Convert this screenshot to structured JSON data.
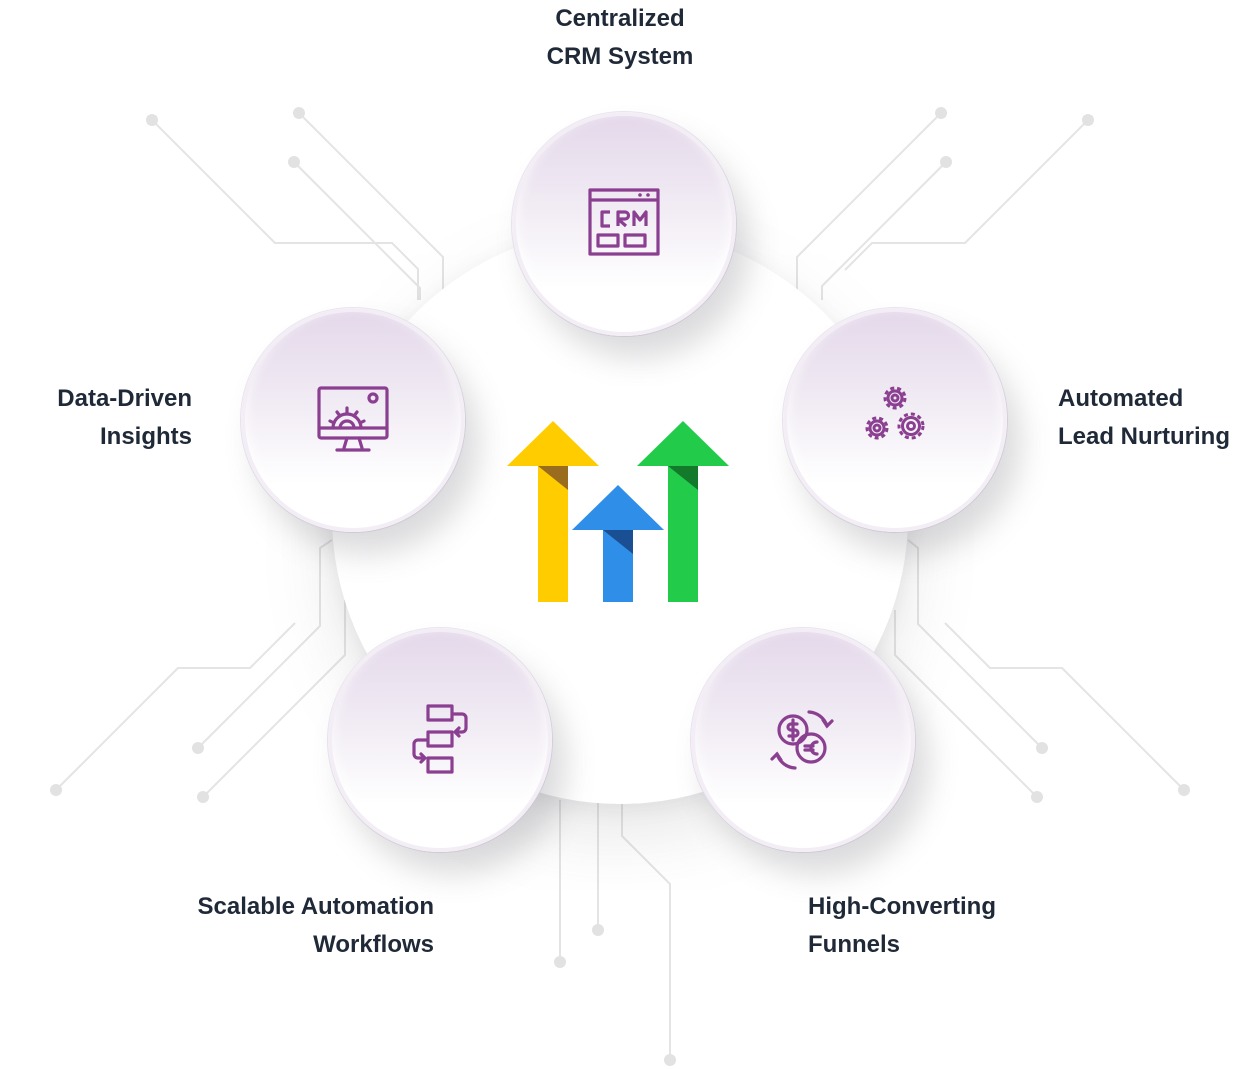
{
  "nodes": {
    "crm": {
      "line1": "Centralized",
      "line2": "CRM System",
      "icon": "crm-window-icon"
    },
    "lead": {
      "line1": "Automated",
      "line2": "Lead Nurturing",
      "icon": "gears-icon"
    },
    "funnels": {
      "line1": "High-Converting",
      "line2": "Funnels",
      "icon": "currency-exchange-icon"
    },
    "workflows": {
      "line1": "Scalable Automation",
      "line2": "Workflows",
      "icon": "workflow-blocks-icon"
    },
    "insights": {
      "line1": "Data-Driven",
      "line2": "Insights",
      "icon": "monitor-gear-icon"
    }
  },
  "center": {
    "icon": "growth-arrows-logo"
  },
  "colors": {
    "icon": "#8a3f90",
    "text": "#1f2937",
    "arrow_yellow": "#ffcc00",
    "arrow_blue": "#2f8fe8",
    "arrow_green": "#22cc4a",
    "circuit": "#e6e6e6"
  }
}
